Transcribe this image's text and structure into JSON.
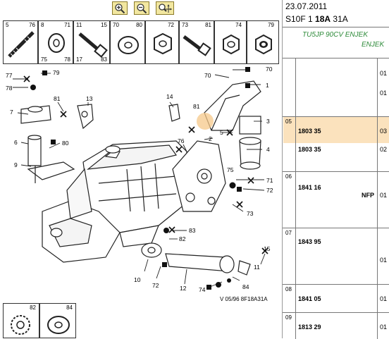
{
  "toolbar": {
    "buttons": [
      {
        "name": "zoom-in-icon"
      },
      {
        "name": "zoom-out-icon"
      },
      {
        "name": "zoom-move-icon"
      }
    ]
  },
  "parts_strip": [
    {
      "top_left": "5",
      "top_right": "76",
      "icon": "stud-bolt-icon"
    },
    {
      "top_left": "8",
      "top_right": "71",
      "bottom_left": "75",
      "bottom_right": "78",
      "icon": "washer-icon"
    },
    {
      "top_left": "11",
      "top_right": "15",
      "bottom_left": "17",
      "bottom_right": "83",
      "icon": "bolt-icon"
    },
    {
      "top_left": "70",
      "top_right": "80",
      "icon": "flat-washer-icon"
    },
    {
      "top_left": "72",
      "icon": "hex-nut-icon"
    },
    {
      "top_left": "73",
      "top_right": "81",
      "icon": "flange-bolt-icon"
    },
    {
      "top_left": "74",
      "icon": "nut-icon"
    },
    {
      "top_left": "79",
      "icon": "nylon-nut-icon"
    }
  ],
  "diagram": {
    "callouts": [
      "77",
      "79",
      "78",
      "7",
      "6",
      "9",
      "80",
      "81",
      "13",
      "14",
      "81",
      "70",
      "1",
      "5",
      "3",
      "2",
      "4",
      "71",
      "72",
      "73",
      "75",
      "76",
      "83",
      "82",
      "10",
      "72",
      "12",
      "74",
      "84",
      "15",
      "11"
    ]
  },
  "footer_parts": [
    {
      "label": "82",
      "icon": "serrated-washer-icon"
    },
    {
      "label": "84",
      "icon": "plain-washer-icon"
    }
  ],
  "caption": "V 05/96  8F18A31A",
  "header": {
    "date": "23.07.2011",
    "code_prefix": "S10F 1",
    "code_bold": "18A",
    "code_suffix": "31A",
    "desc_line1": "TU5JP 90CV ENJEK",
    "desc_line2": "ENJEK"
  },
  "rows": [
    {
      "idx": "",
      "items": [
        {
          "ref": "",
          "qty": "01"
        },
        {
          "ref": "",
          "qty": "01"
        }
      ]
    },
    {
      "idx": "05",
      "items": [
        {
          "ref": "1803 35",
          "qty": "03"
        },
        {
          "ref": "1803 35",
          "qty": "02"
        }
      ]
    },
    {
      "idx": "06",
      "items": [
        {
          "ref": "1841 16",
          "qty": "01",
          "nfp": "NFP"
        }
      ]
    },
    {
      "idx": "07",
      "items": [
        {
          "ref": "1843 95",
          "qty": "01"
        }
      ]
    },
    {
      "idx": "08",
      "items": [
        {
          "ref": "1841 05",
          "qty": "01"
        }
      ]
    },
    {
      "idx": "09",
      "items": [
        {
          "ref": "1813 29",
          "qty": "01"
        }
      ]
    }
  ],
  "colors": {
    "highlight": "#fbe2bd",
    "desc_green": "#2e8b3a",
    "button_bg": "#f2e7a0"
  }
}
